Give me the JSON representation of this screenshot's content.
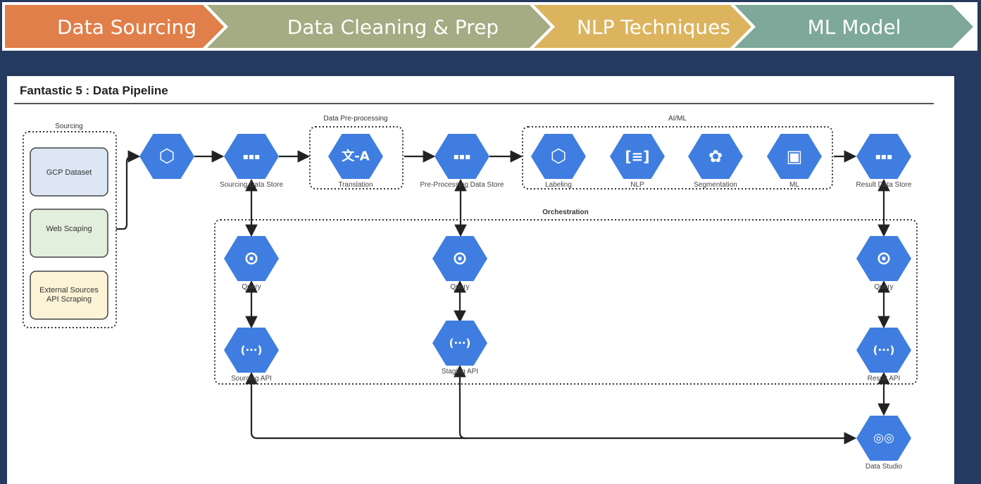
{
  "stages": [
    {
      "label": "Data Sourcing",
      "color": "#e07f4a"
    },
    {
      "label": "Data Cleaning & Prep",
      "color": "#a5ab82"
    },
    {
      "label": "NLP Techniques",
      "color": "#dcb45e"
    },
    {
      "label": "ML Model",
      "color": "#7da89a"
    }
  ],
  "diagram": {
    "title": "Fantastic 5 : Data Pipeline",
    "groups": {
      "sourcing": "Sourcing",
      "preprocessing": "Data Pre-processing",
      "aiml": "AI/ML",
      "orchestration": "Orchestration"
    },
    "sources": [
      "GCP Dataset",
      "Web Scaping",
      "External Sources",
      "API Scraping"
    ],
    "nodes": [
      {
        "label": "",
        "icon": "cloud-hex-icon"
      },
      {
        "label": "Sourcing Data Store",
        "icon": "data-store-icon"
      },
      {
        "label": "Translation",
        "icon": "translation-icon"
      },
      {
        "label": "Pre-Processing Data Store",
        "icon": "data-store-icon"
      },
      {
        "label": "Labeling",
        "icon": "labeling-icon"
      },
      {
        "label": "NLP",
        "icon": "nlp-icon"
      },
      {
        "label": "Segmentation",
        "icon": "segmentation-icon"
      },
      {
        "label": "ML",
        "icon": "chip-icon"
      },
      {
        "label": "Result Data Store",
        "icon": "data-store-icon"
      },
      {
        "label": "Query",
        "icon": "query-icon"
      },
      {
        "label": "Query",
        "icon": "query-icon"
      },
      {
        "label": "Query",
        "icon": "query-icon"
      },
      {
        "label": "Sourcing API",
        "icon": "api-icon"
      },
      {
        "label": "Staging API",
        "icon": "api-icon"
      },
      {
        "label": "Result API",
        "icon": "api-icon"
      },
      {
        "label": "Data Studio",
        "icon": "data-studio-icon"
      }
    ],
    "hex_color": "#3f7ee0"
  }
}
